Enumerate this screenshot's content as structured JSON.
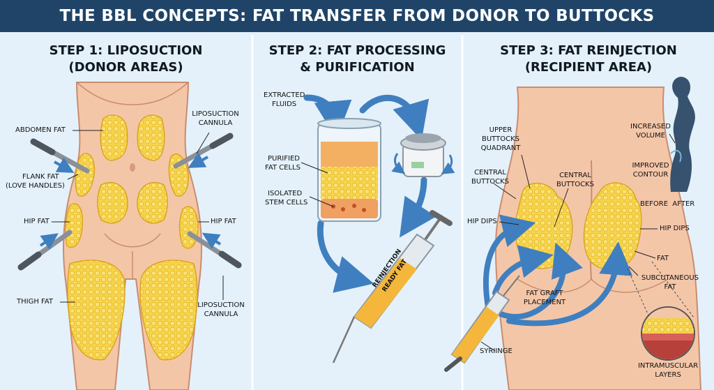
{
  "title": "THE BBL CONCEPTS: FAT TRANSFER FROM DONOR TO BUTTOCKS",
  "steps": [
    {
      "line1": "STEP 1: LIPOSUCTION",
      "line2": "(DONOR AREAS)"
    },
    {
      "line1": "STEP 2: FAT PROCESSING",
      "line2": "& PURIFICATION"
    },
    {
      "line1": "STEP 3: FAT REINJECTION",
      "line2": "(RECIPIENT AREA)"
    }
  ],
  "step1_labels": {
    "abdomen_fat": "ABDOMEN FAT",
    "flank_fat_1": "FLANK FAT",
    "flank_fat_2": "(LOVE HANDLES)",
    "hip_fat_left": "HIP FAT",
    "hip_fat_right": "HIP FAT",
    "thigh_fat": "THIGH FAT",
    "cannula_top_1": "LIPOSUCTION",
    "cannula_top_2": "CANNULA",
    "cannula_bottom_1": "LIPOSUCTION",
    "cannula_bottom_2": "CANNULA"
  },
  "step2_labels": {
    "extracted_1": "EXTRACTED",
    "extracted_2": "FLUIDS",
    "purified_1": "PURIFIED",
    "purified_2": "FAT CELLS",
    "isolated_1": "ISOLATED",
    "isolated_2": "STEM CELLS",
    "syringe_1": "REINJECTION",
    "syringe_2": "READY FAT"
  },
  "step3_labels": {
    "upper_1": "UPPER",
    "upper_2": "BUTTOCKS",
    "upper_3": "QUADRANT",
    "central_left_1": "CENTRAL",
    "central_left_2": "BUTTOCKS",
    "central_right_1": "CENTRAL",
    "central_right_2": "BUTTOCKS",
    "hip_dips_left": "HIP DIPS",
    "hip_dips_right": "HIP DIPS",
    "fat_graft_1": "FAT GRAFT",
    "fat_graft_2": "PLACEMENT",
    "syringe": "SYRIINGE",
    "increased_1": "INCREASED",
    "increased_2": "VOLUME",
    "improved_1": "IMPROVED",
    "improved_2": "CONTOUR",
    "before_after": "BEFORE  AFTER",
    "fat": "FAT",
    "subcutaneous_1": "SUBCUTANEOUS",
    "subcutaneous_2": "FAT",
    "intramuscular_1": "INTRAMUSCULAR",
    "intramuscular_2": "LAYERS"
  },
  "colors": {
    "banner": "#1f4468",
    "skin": "#f4c6a8",
    "fat": "#f7d44a",
    "arrow": "#3f7fbf",
    "silhouette": "#36526e"
  }
}
